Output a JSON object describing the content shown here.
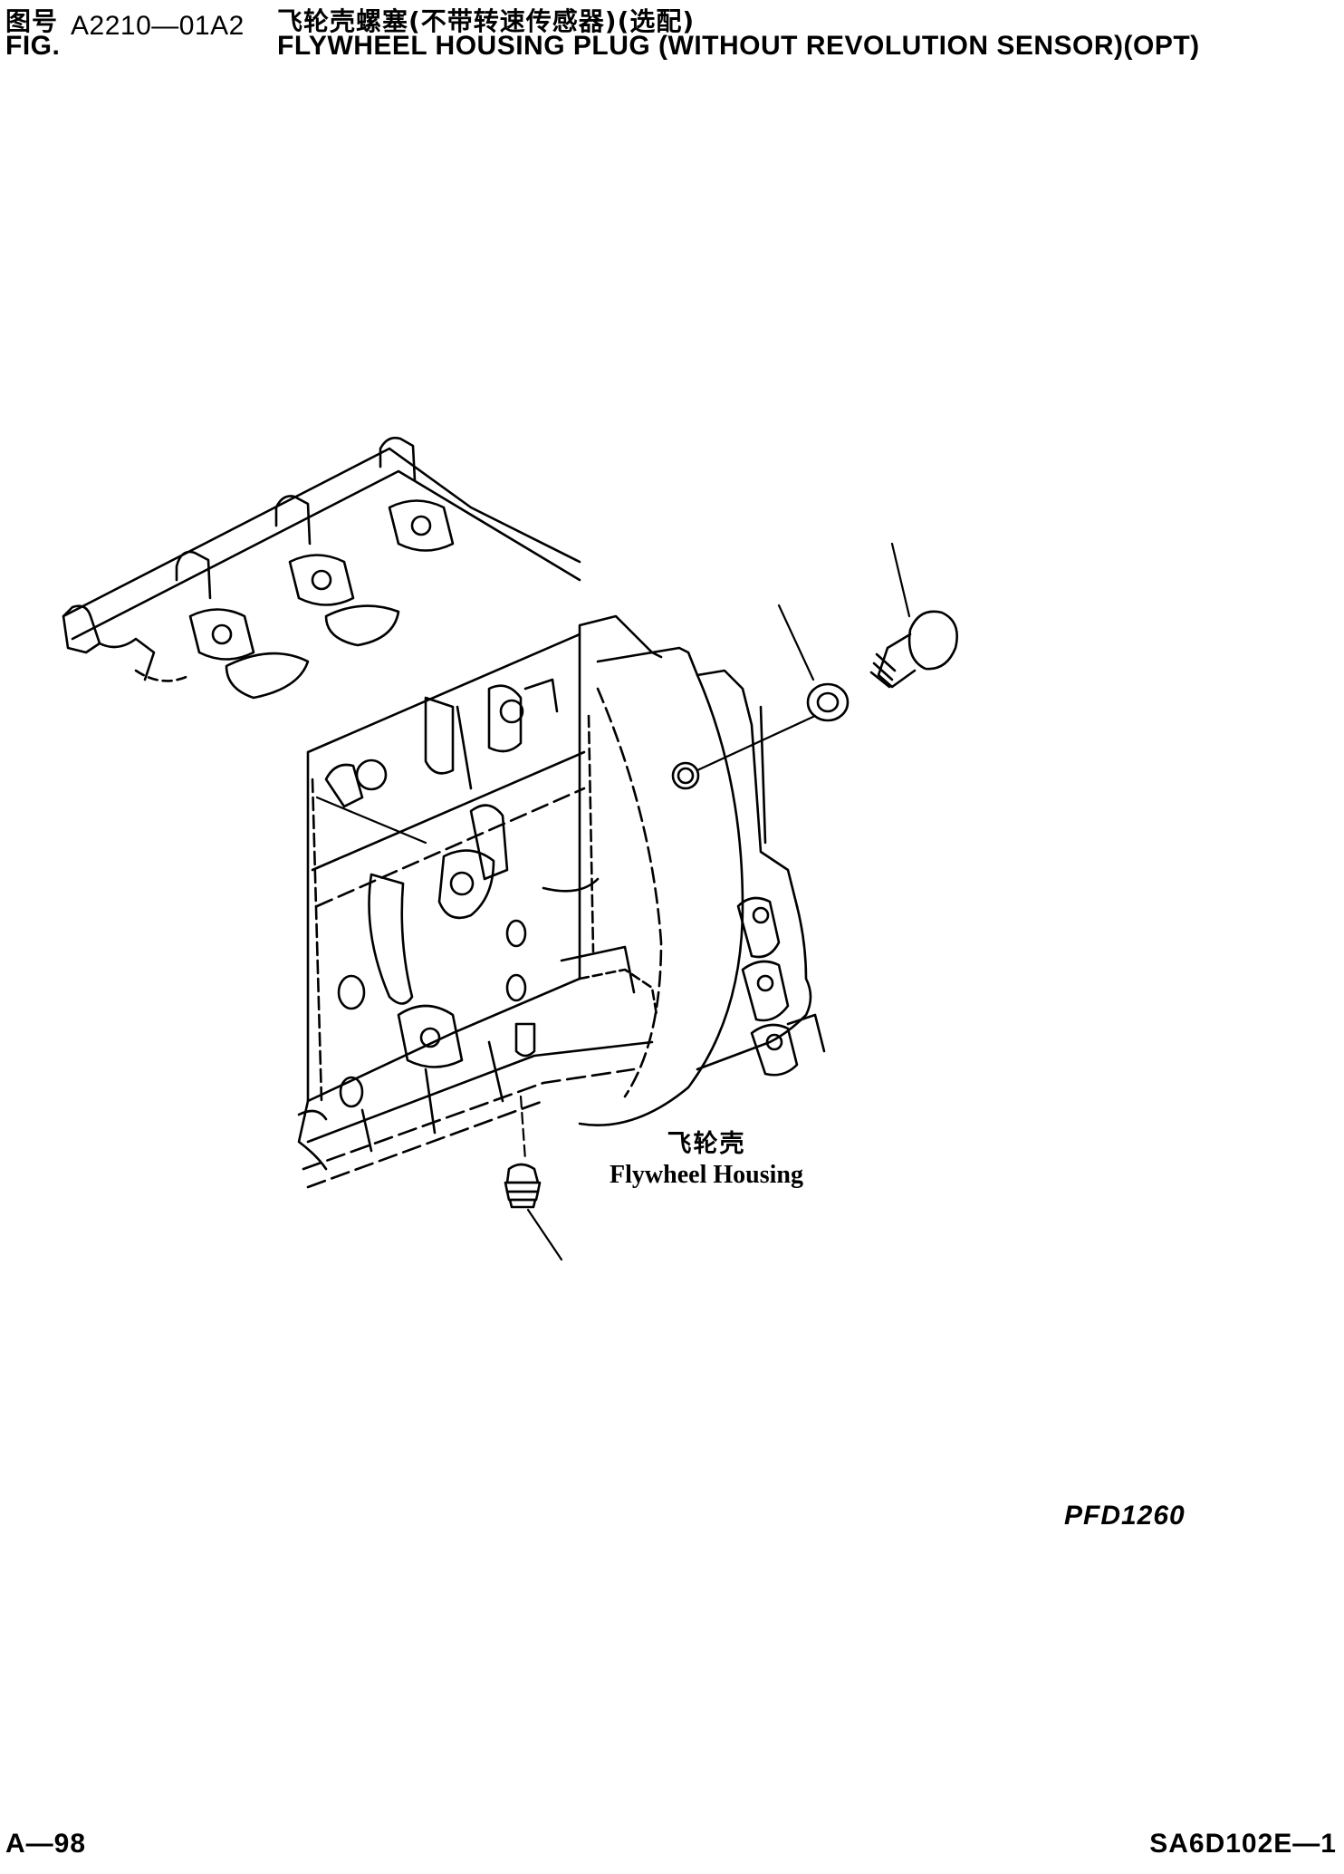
{
  "header": {
    "fig_label_cn": "图号",
    "fig_label_en": "FIG.",
    "fig_number": "A2210—01A2",
    "title_cn": "飞轮壳螺塞(不带转速传感器)(选配)",
    "title_en": "FLYWHEEL HOUSING PLUG (WITHOUT REVOLUTION SENSOR)(OPT)"
  },
  "callout": {
    "name_cn": "飞轮壳",
    "name_en": "Flywheel Housing"
  },
  "footer": {
    "drawing_code": "PFD1260",
    "page_number": "A—98",
    "model_code": "SA6D102E—1"
  }
}
